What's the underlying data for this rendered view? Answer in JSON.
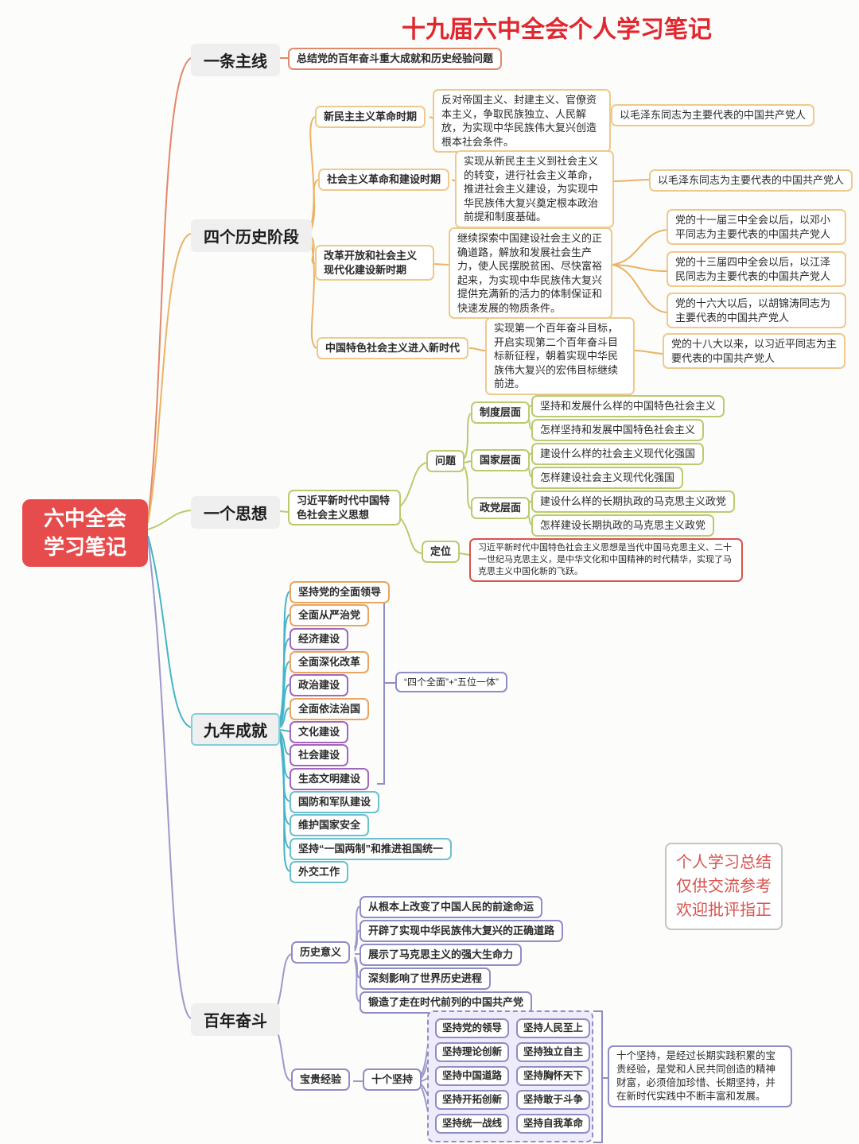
{
  "title": "十九届六中全会个人学习笔记",
  "root": {
    "line1": "六中全会",
    "line2": "学习笔记"
  },
  "main_line": {
    "label": "一条主线",
    "content": "总结党的百年奋斗重大成就和历史经验问题"
  },
  "stages": {
    "label": "四个历史阶段",
    "periods": [
      {
        "name": "新民主主义革命时期",
        "desc": "反对帝国主义、封建主义、官僚资本主义，争取民族独立、人民解放，为实现中华民族伟大复兴创造根本社会条件。",
        "leaders": [
          "以毛泽东同志为主要代表的中国共产党人"
        ]
      },
      {
        "name": "社会主义革命和建设时期",
        "desc": "实现从新民主主义到社会主义的转变，进行社会主义革命，推进社会主义建设，为实现中华民族伟大复兴奠定根本政治前提和制度基础。",
        "leaders": [
          "以毛泽东同志为主要代表的中国共产党人"
        ]
      },
      {
        "name": "改革开放和社会主义现代化建设新时期",
        "desc": "继续探索中国建设社会主义的正确道路，解放和发展社会生产力，使人民摆脱贫困、尽快富裕起来，为实现中华民族伟大复兴提供充满新的活力的体制保证和快速发展的物质条件。",
        "leaders": [
          "党的十一届三中全会以后，以邓小平同志为主要代表的中国共产党人",
          "党的十三届四中全会以后，以江泽民同志为主要代表的中国共产党人",
          "党的十六大以后，以胡锦涛同志为主要代表的中国共产党人"
        ]
      },
      {
        "name": "中国特色社会主义进入新时代",
        "desc": "实现第一个百年奋斗目标，开启实现第二个百年奋斗目标新征程，朝着实现中华民族伟大复兴的宏伟目标继续前进。",
        "leaders": [
          "党的十八大以来，以习近平同志为主要代表的中国共产党人"
        ]
      }
    ]
  },
  "thought": {
    "label": "一个思想",
    "name": "习近平新时代中国特色社会主义思想",
    "question_label": "问题",
    "levels": [
      {
        "name": "制度层面",
        "items": [
          "坚持和发展什么样的中国特色社会主义",
          "怎样坚持和发展中国特色社会主义"
        ]
      },
      {
        "name": "国家层面",
        "items": [
          "建设什么样的社会主义现代化强国",
          "怎样建设社会主义现代化强国"
        ]
      },
      {
        "name": "政党层面",
        "items": [
          "建设什么样的长期执政的马克思主义政党",
          "怎样建设长期执政的马克思主义政党"
        ]
      }
    ],
    "position_label": "定位",
    "position_text": "习近平新时代中国特色社会主义思想是当代中国马克思主义、二十一世纪马克思主义，是中华文化和中国精神的时代精华，实现了马克思主义中国化新的飞跃。"
  },
  "achievements": {
    "label": "九年成就",
    "items": [
      "坚持党的全面领导",
      "全面从严治党",
      "经济建设",
      "全面深化改革",
      "政治建设",
      "全面依法治国",
      "文化建设",
      "社会建设",
      "生态文明建设",
      "国防和军队建设",
      "维护国家安全",
      "坚持“一国两制”和推进祖国统一",
      "外交工作"
    ],
    "bracket_note": "“四个全面”+“五位一体”"
  },
  "struggle": {
    "label": "百年奋斗",
    "significance_label": "历史意义",
    "significance": [
      "从根本上改变了中国人民的前途命运",
      "开辟了实现中华民族伟大复兴的正确道路",
      "展示了马克思主义的强大生命力",
      "深刻影响了世界历史进程",
      "锻造了走在时代前列的中国共产党"
    ],
    "experience_label": "宝贵经验",
    "ten_label": "十个坚持",
    "ten_left": [
      "坚持党的领导",
      "坚持理论创新",
      "坚持中国道路",
      "坚持开拓创新",
      "坚持统一战线"
    ],
    "ten_right": [
      "坚持人民至上",
      "坚持独立自主",
      "坚持胸怀天下",
      "坚持敢于斗争",
      "坚持自我革命"
    ],
    "ten_note": "十个坚持，是经过长期实践积累的宝贵经验，是党和人民共同创造的精神财富，必须倍加珍惜、长期坚持，并在新时代实践中不断丰富和发展。"
  },
  "note": {
    "lines": [
      "个人学习总结",
      "仅供交流参考",
      "欢迎批评指正"
    ]
  },
  "colors": {
    "title_red": "#e2262e",
    "root_red": "#e74c4c",
    "salmon": "#e2886a",
    "tan": "#eec98b",
    "green": "#b9cc6d",
    "teal": "#45b4c8",
    "orange": "#e9a560",
    "purple": "#a266bd",
    "periwinkle": "#8f8dc6",
    "lavender_line": "#9b99cb",
    "red_accent": "#d9534f"
  }
}
